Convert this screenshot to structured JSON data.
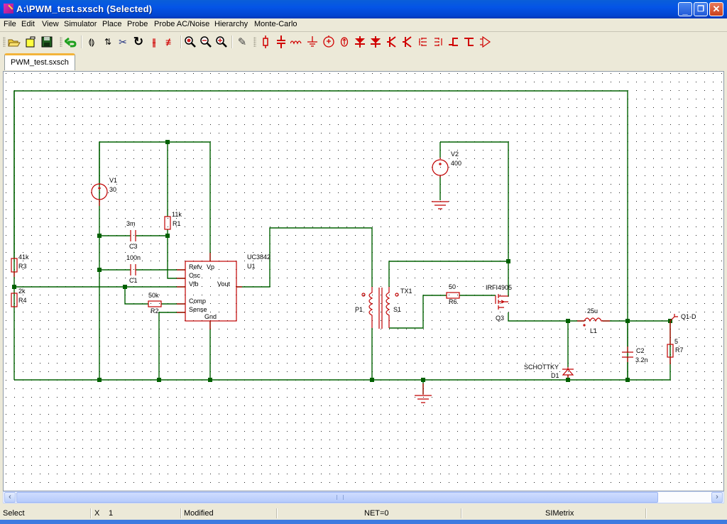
{
  "window": {
    "title": "A:\\PWM_test.sxsch (Selected)",
    "buttons": [
      "minimize",
      "restore",
      "close"
    ]
  },
  "menubar": {
    "items": [
      {
        "label": "File"
      },
      {
        "label": "Edit"
      },
      {
        "label": "View"
      },
      {
        "label": "Simulator"
      },
      {
        "label": "Place"
      },
      {
        "label": "Probe"
      },
      {
        "label": "Probe AC/Noise"
      },
      {
        "label": "Hierarchy"
      },
      {
        "label": "Monte-Carlo"
      }
    ]
  },
  "toolbar": {
    "buttons": [
      {
        "name": "open-icon",
        "glyph": "📂"
      },
      {
        "name": "new-folder-icon",
        "glyph": "□"
      },
      {
        "name": "save-icon",
        "glyph": "▣"
      },
      {
        "name": "undo-icon",
        "glyph": "↶"
      },
      {
        "name": "flip-horizontal-icon",
        "glyph": "⟨⟩"
      },
      {
        "name": "flip-vertical-icon",
        "glyph": "⇅"
      },
      {
        "name": "cut-icon",
        "glyph": "✂"
      },
      {
        "name": "rotate-icon",
        "glyph": "↻"
      },
      {
        "name": "delete-component-icon",
        "glyph": "✕"
      },
      {
        "name": "delete-wire-icon",
        "glyph": "≠"
      },
      {
        "name": "zoom-fit-icon",
        "glyph": "⊛"
      },
      {
        "name": "zoom-out-icon",
        "glyph": "⊖"
      },
      {
        "name": "zoom-in-icon",
        "glyph": "⊕"
      },
      {
        "name": "pencil-wire-icon",
        "glyph": "✎"
      },
      {
        "name": "resistor-icon",
        "glyph": "▯"
      },
      {
        "name": "capacitor-icon",
        "glyph": "╪"
      },
      {
        "name": "inductor-icon",
        "glyph": "∿"
      },
      {
        "name": "ground-icon",
        "glyph": "⏚"
      },
      {
        "name": "voltage-source-icon",
        "glyph": "⊕"
      },
      {
        "name": "current-source-icon",
        "glyph": "◎"
      },
      {
        "name": "diode-icon",
        "glyph": "▼"
      },
      {
        "name": "zener-diode-icon",
        "glyph": "▼"
      },
      {
        "name": "npn-transistor-icon",
        "glyph": "K"
      },
      {
        "name": "pnp-transistor-icon",
        "glyph": "K"
      },
      {
        "name": "nmos-icon",
        "glyph": "╡"
      },
      {
        "name": "pmos-icon",
        "glyph": "╞"
      },
      {
        "name": "njfet-icon",
        "glyph": "┴"
      },
      {
        "name": "pjfet-icon",
        "glyph": "┬"
      },
      {
        "name": "opamp-icon",
        "glyph": "▷"
      }
    ]
  },
  "tabs": [
    {
      "label": "PWM_test.sxsch",
      "active": true
    }
  ],
  "schematic": {
    "components": [
      {
        "ref": "V1",
        "value": "30",
        "type": "voltage-source"
      },
      {
        "ref": "V2",
        "value": "400",
        "type": "voltage-source"
      },
      {
        "ref": "R1",
        "value": "11k",
        "type": "resistor"
      },
      {
        "ref": "R2",
        "value": "50k",
        "type": "resistor"
      },
      {
        "ref": "R3",
        "value": "41k",
        "type": "resistor"
      },
      {
        "ref": "R4",
        "value": "2k",
        "type": "resistor"
      },
      {
        "ref": "R6",
        "value": "50",
        "type": "resistor"
      },
      {
        "ref": "R7",
        "value": "5",
        "type": "resistor"
      },
      {
        "ref": "C1",
        "value": "100n",
        "type": "capacitor"
      },
      {
        "ref": "C2",
        "value": "3.2n",
        "type": "capacitor"
      },
      {
        "ref": "C3",
        "value": "3m",
        "type": "capacitor"
      },
      {
        "ref": "L1",
        "value": "25u",
        "type": "inductor"
      },
      {
        "ref": "D1",
        "value": "SCHOTTKY",
        "type": "diode"
      },
      {
        "ref": "Q3",
        "value": "IRFI4905",
        "type": "pmos"
      },
      {
        "ref": "U1",
        "value": "UC3842",
        "type": "ic",
        "pins": [
          "Refv",
          "Vp",
          "Osc",
          "Vfb",
          "Vout",
          "Comp",
          "Sense",
          "Gnd"
        ]
      },
      {
        "ref": "TX1",
        "value": "",
        "type": "transformer",
        "windings": [
          "P1",
          "S1"
        ]
      }
    ],
    "probe": {
      "label": "Q1-D"
    }
  },
  "statusbar": {
    "mode": "Select",
    "x_label": "X",
    "x_value": "1",
    "modified": "Modified",
    "net": "NET=0",
    "app": "SIMetrix"
  },
  "colors": {
    "wire": "#006000",
    "component": "#c00000",
    "titlebar": "#0454e6"
  }
}
